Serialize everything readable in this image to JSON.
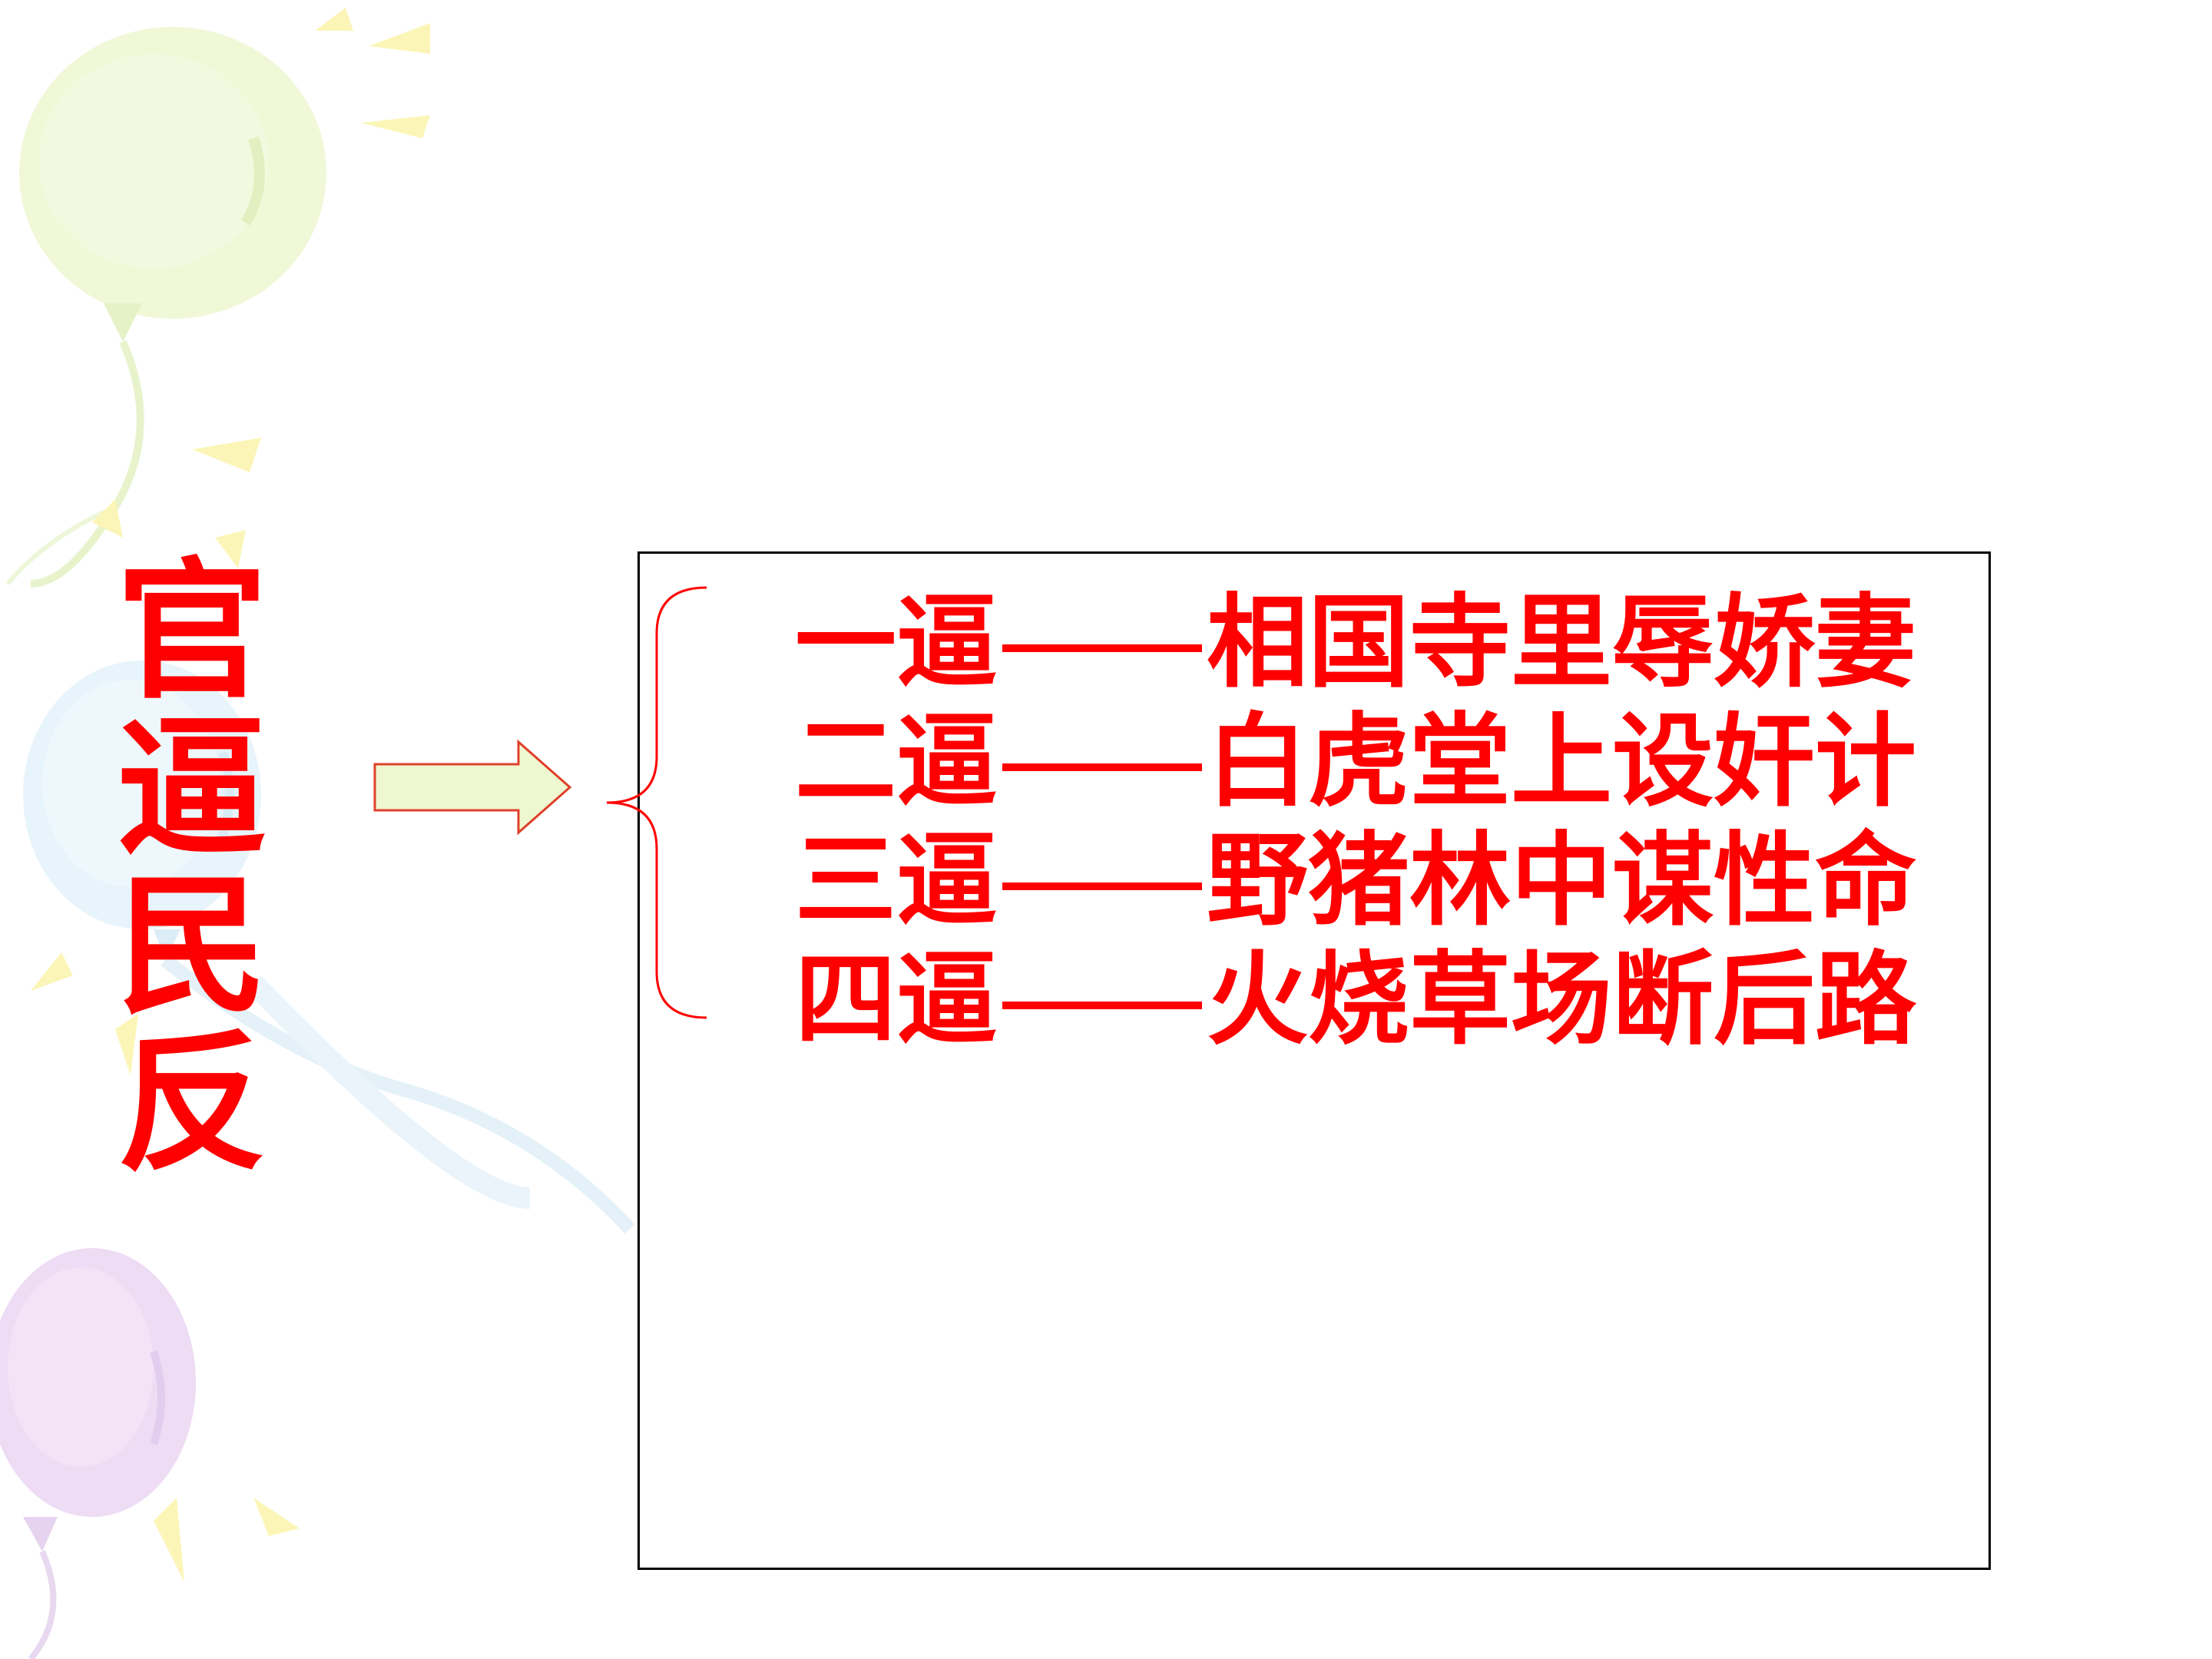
{
  "slide": {
    "title_chars": [
      "官",
      "逼",
      "民",
      "反"
    ],
    "items": [
      {
        "label": "一逼",
        "text": "相国寺里辱娇妻"
      },
      {
        "label": "二逼",
        "text": "白虎堂上设奸计"
      },
      {
        "label": "三逼",
        "text": "野猪林中谋性命"
      },
      {
        "label": "四逼",
        "text": "火烧草场断后路"
      }
    ]
  },
  "colors": {
    "text": "#ff0000",
    "arrow_fill": "#eef7d0",
    "arrow_stroke": "#e0402a",
    "box_border": "#000000"
  },
  "icons": {
    "arrow": "right-arrow-icon",
    "brace": "left-curly-brace-icon"
  }
}
